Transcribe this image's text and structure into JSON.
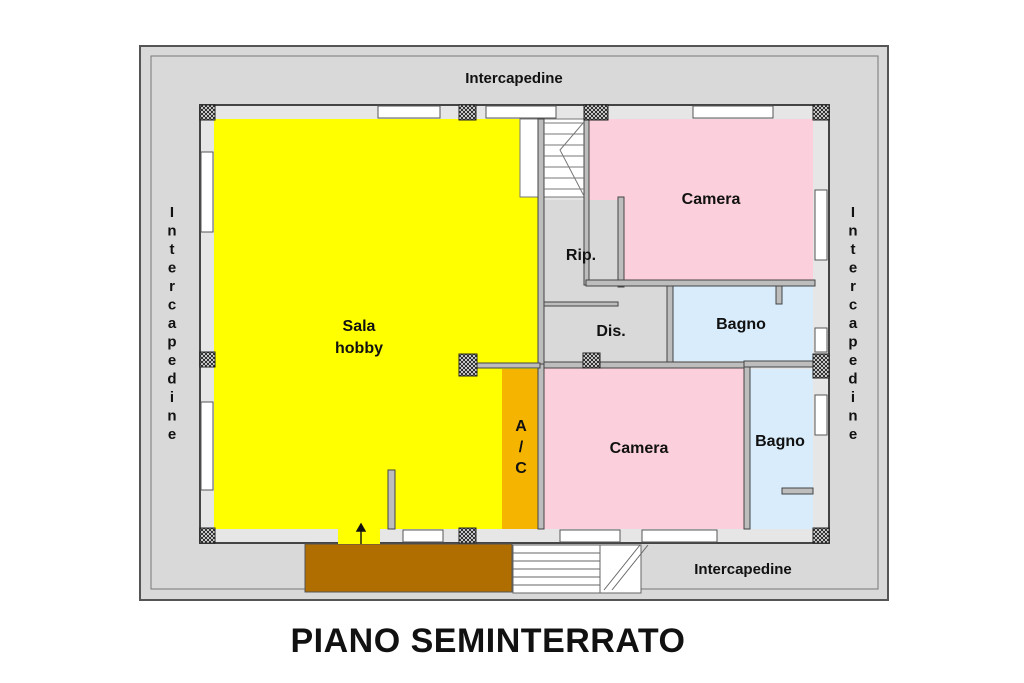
{
  "title": "PIANO SEMINTERRATO",
  "labels": {
    "intercapedine_top": "Intercapedine",
    "intercapedine_left": "Intercapedine",
    "intercapedine_right": "Intercapedine",
    "intercapedine_bottom": "Intercapedine",
    "sala_line1": "Sala",
    "sala_line2": "hobby",
    "camera_top": "Camera",
    "ripostiglio": "Rip.",
    "disimpegno": "Dis.",
    "bagno_top": "Bagno",
    "ac_line1": "A",
    "ac_line2": "/",
    "ac_line3": "C",
    "camera_bottom": "Camera",
    "bagno_bottom": "Bagno"
  },
  "colors": {
    "sala_hobby": "#ffff00",
    "ac": "#f5b400",
    "camera": "#fbd0dc",
    "bagno": "#d8ecfb",
    "service": "#d9d9d9",
    "terrace": "#b06e00"
  }
}
